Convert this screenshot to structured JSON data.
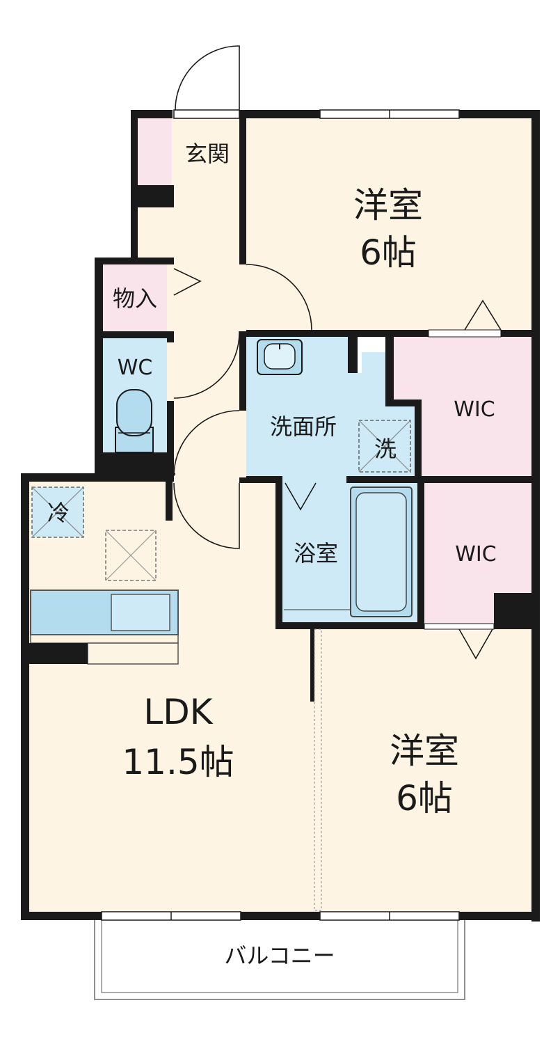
{
  "plan": {
    "colors": {
      "wall": "#1a1a1a",
      "living": "#fdf4e3",
      "wet": "#cdeaf6",
      "storage": "#f9e4ec",
      "fixture": "#b3dcee",
      "outline": "#9a9a9a"
    },
    "rooms": {
      "entrance": "玄関",
      "western1_name": "洋室",
      "western1_size": "6帖",
      "storage": "物入",
      "wc": "WC",
      "washroom": "洗面所",
      "washer": "洗",
      "wic1": "WIC",
      "fridge": "冷",
      "bath": "浴室",
      "wic2": "WIC",
      "ldk_name": "LDK",
      "ldk_size": "11.5帖",
      "western2_name": "洋室",
      "western2_size": "6帖",
      "balcony": "バルコニー"
    }
  }
}
